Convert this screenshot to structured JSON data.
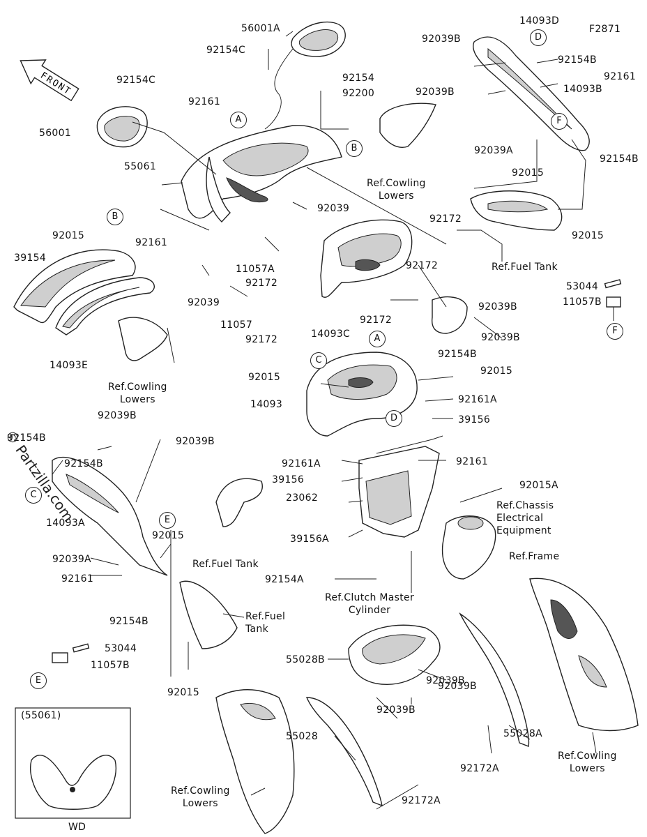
{
  "figure_code": "F2871",
  "front_label": "FRONT",
  "watermark": "© Partzilla.com",
  "inset": {
    "title": "(55061)",
    "caption": "WD"
  },
  "labels": [
    {
      "id": "56001A",
      "text": "56001A"
    },
    {
      "id": "92154C_top",
      "text": "92154C"
    },
    {
      "id": "92154C_left",
      "text": "92154C"
    },
    {
      "id": "92154",
      "text": "92154"
    },
    {
      "id": "92200",
      "text": "92200"
    },
    {
      "id": "56001",
      "text": "56001"
    },
    {
      "id": "92161_a",
      "text": "92161"
    },
    {
      "id": "55061",
      "text": "55061"
    },
    {
      "id": "92039_a",
      "text": "92039"
    },
    {
      "id": "92015_a",
      "text": "92015"
    },
    {
      "id": "92161_b",
      "text": "92161"
    },
    {
      "id": "39154",
      "text": "39154"
    },
    {
      "id": "11057A",
      "text": "11057A"
    },
    {
      "id": "92172_a",
      "text": "92172"
    },
    {
      "id": "92039_b",
      "text": "92039"
    },
    {
      "id": "11057",
      "text": "11057"
    },
    {
      "id": "92172_b",
      "text": "92172"
    },
    {
      "id": "14093E",
      "text": "14093E"
    },
    {
      "id": "92172_c",
      "text": "92172"
    },
    {
      "id": "92172_d",
      "text": "92172"
    },
    {
      "id": "92172_e",
      "text": "92172"
    },
    {
      "id": "14093C",
      "text": "14093C"
    },
    {
      "id": "14093D",
      "text": "14093D"
    },
    {
      "id": "92039B_a",
      "text": "92039B"
    },
    {
      "id": "92039B_b",
      "text": "92039B"
    },
    {
      "id": "92154B_a",
      "text": "92154B"
    },
    {
      "id": "92154B_b",
      "text": "92154B"
    },
    {
      "id": "92039B_c",
      "text": "92039B"
    },
    {
      "id": "92039B_d",
      "text": "92039B"
    },
    {
      "id": "14093B",
      "text": "14093B"
    },
    {
      "id": "92161_c",
      "text": "92161"
    },
    {
      "id": "92039A_a",
      "text": "92039A"
    },
    {
      "id": "92154B_c",
      "text": "92154B"
    },
    {
      "id": "92015_b",
      "text": "92015"
    },
    {
      "id": "92015_c",
      "text": "92015"
    },
    {
      "id": "53044_a",
      "text": "53044"
    },
    {
      "id": "11057B_a",
      "text": "11057B"
    },
    {
      "id": "92015_d",
      "text": "92015"
    },
    {
      "id": "92015_e",
      "text": "92015"
    },
    {
      "id": "14093",
      "text": "14093"
    },
    {
      "id": "92161A_a",
      "text": "92161A"
    },
    {
      "id": "39156_a",
      "text": "39156"
    },
    {
      "id": "92154B_d",
      "text": "92154B"
    },
    {
      "id": "92039B_e",
      "text": "92039B"
    },
    {
      "id": "92039B_f",
      "text": "92039B"
    },
    {
      "id": "92154B_e",
      "text": "92154B"
    },
    {
      "id": "92161A_b",
      "text": "92161A"
    },
    {
      "id": "92161_d",
      "text": "92161"
    },
    {
      "id": "39156_b",
      "text": "39156"
    },
    {
      "id": "23062",
      "text": "23062"
    },
    {
      "id": "92015A",
      "text": "92015A"
    },
    {
      "id": "14093A",
      "text": "14093A"
    },
    {
      "id": "92015_f",
      "text": "92015"
    },
    {
      "id": "39156A",
      "text": "39156A"
    },
    {
      "id": "92039A_b",
      "text": "92039A"
    },
    {
      "id": "92161_e",
      "text": "92161"
    },
    {
      "id": "92154A",
      "text": "92154A"
    },
    {
      "id": "92154B_f",
      "text": "92154B"
    },
    {
      "id": "55028B",
      "text": "55028B"
    },
    {
      "id": "92039B_g",
      "text": "92039B"
    },
    {
      "id": "92039B_h",
      "text": "92039B"
    },
    {
      "id": "92039B_i",
      "text": "92039B"
    },
    {
      "id": "53044_b",
      "text": "53044"
    },
    {
      "id": "11057B_b",
      "text": "11057B"
    },
    {
      "id": "92015_g",
      "text": "92015"
    },
    {
      "id": "55028",
      "text": "55028"
    },
    {
      "id": "55028A",
      "text": "55028A"
    },
    {
      "id": "92172A_a",
      "text": "92172A"
    },
    {
      "id": "92172A_b",
      "text": "92172A"
    }
  ],
  "refs": [
    {
      "id": "cowl_lowers_top",
      "text": "Ref.Cowling\nLowers"
    },
    {
      "id": "fuel_tank_top",
      "text": "Ref.Fuel Tank"
    },
    {
      "id": "cowl_lowers_left",
      "text": "Ref.Cowling\nLowers"
    },
    {
      "id": "chassis_elec",
      "text": "Ref.Chassis\nElectrical\nEquipment"
    },
    {
      "id": "frame",
      "text": "Ref.Frame"
    },
    {
      "id": "fuel_tank_mid",
      "text": "Ref.Fuel Tank"
    },
    {
      "id": "fuel_tank_low",
      "text": "Ref.Fuel\nTank"
    },
    {
      "id": "clutch",
      "text": "Ref.Clutch Master\nCylinder"
    },
    {
      "id": "cowl_lowers_right",
      "text": "Ref.Cowling\nLowers"
    },
    {
      "id": "cowl_lowers_bottom",
      "text": "Ref.Cowling\nLowers"
    }
  ],
  "callouts": [
    {
      "id": "A_top",
      "text": "A"
    },
    {
      "id": "B_top",
      "text": "B"
    },
    {
      "id": "D_top",
      "text": "D"
    },
    {
      "id": "F_top",
      "text": "F"
    },
    {
      "id": "B_left",
      "text": "B"
    },
    {
      "id": "F_right",
      "text": "F"
    },
    {
      "id": "A_mid",
      "text": "A"
    },
    {
      "id": "C_mid",
      "text": "C"
    },
    {
      "id": "D_mid",
      "text": "D"
    },
    {
      "id": "C_left",
      "text": "C"
    },
    {
      "id": "E_mid",
      "text": "E"
    },
    {
      "id": "E_left",
      "text": "E"
    }
  ]
}
